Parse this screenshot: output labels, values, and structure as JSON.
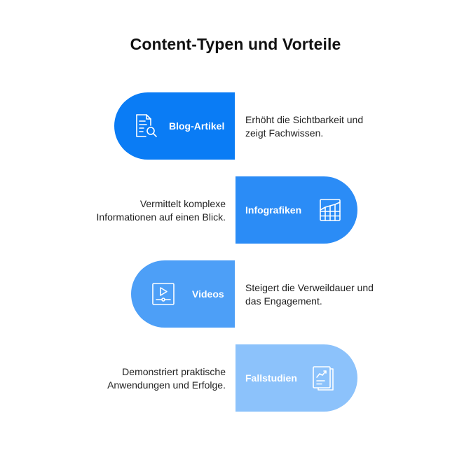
{
  "title": "Content-Typen und Vorteile",
  "items": [
    {
      "label": "Blog-Artikel",
      "icon": "document-search-icon",
      "color": "#0a7cf5",
      "description_line1": "Erhöht die Sichtbarkeit und",
      "description_line2": "zeigt Fachwissen."
    },
    {
      "label": "Infografiken",
      "icon": "chart-grid-icon",
      "color": "#2b8cf6",
      "description_line1": "Vermittelt komplexe",
      "description_line2": "Informationen auf einen Blick."
    },
    {
      "label": "Videos",
      "icon": "video-player-icon",
      "color": "#4d9ff7",
      "description_line1": "Steigert die Verweildauer und",
      "description_line2": "das Engagement."
    },
    {
      "label": "Fallstudien",
      "icon": "report-chart-icon",
      "color": "#8cc2fb",
      "description_line1": "Demonstriert praktische",
      "description_line2": "Anwendungen und Erfolge."
    }
  ]
}
